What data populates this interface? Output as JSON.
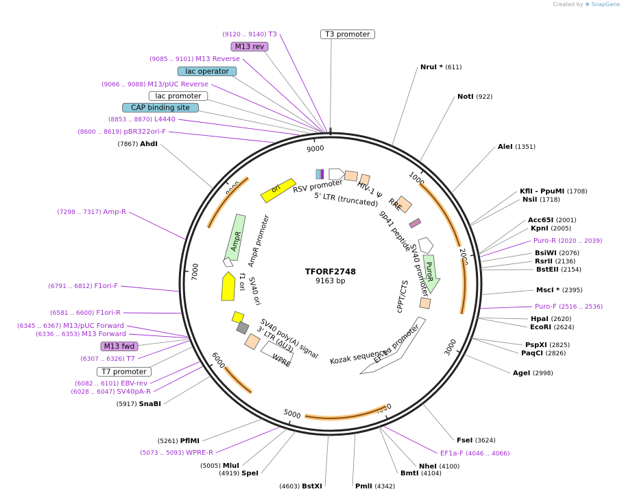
{
  "credit": {
    "prefix": "Created by",
    "brand": "SnapGene"
  },
  "plasmid": {
    "name": "TFORF2748",
    "length_label": "9163 bp",
    "length": 9163
  },
  "ticks": [
    {
      "pos": 1000,
      "label": "1000"
    },
    {
      "pos": 2000,
      "label": "2000"
    },
    {
      "pos": 3000,
      "label": "3000"
    },
    {
      "pos": 4000,
      "label": "4000"
    },
    {
      "pos": 5000,
      "label": "5000"
    },
    {
      "pos": 6000,
      "label": "6000"
    },
    {
      "pos": 7000,
      "label": "7000"
    },
    {
      "pos": 8000,
      "label": "8000"
    },
    {
      "pos": 9000,
      "label": "9000"
    }
  ],
  "enzymes": [
    {
      "name": "NruI *",
      "pos": "(611)",
      "side": "right"
    },
    {
      "name": "NotI",
      "pos": "(922)",
      "side": "right"
    },
    {
      "name": "AleI",
      "pos": "(1351)",
      "side": "right"
    },
    {
      "name": "KflI  - PpuMI",
      "pos": "(1708)",
      "side": "right"
    },
    {
      "name": "NsiI",
      "pos": "(1718)",
      "side": "right"
    },
    {
      "name": "Acc65I",
      "pos": "(2001)",
      "side": "right"
    },
    {
      "name": "KpnI",
      "pos": "(2005)",
      "side": "right"
    },
    {
      "name": "BsiWI",
      "pos": "(2076)",
      "side": "right"
    },
    {
      "name": "RsrII",
      "pos": "(2136)",
      "side": "right"
    },
    {
      "name": "BstEII",
      "pos": "(2154)",
      "side": "right"
    },
    {
      "name": "MscI *",
      "pos": "(2395)",
      "side": "right"
    },
    {
      "name": "HpaI",
      "pos": "(2620)",
      "side": "right"
    },
    {
      "name": "EcoRI",
      "pos": "(2624)",
      "side": "right"
    },
    {
      "name": "PspXI",
      "pos": "(2825)",
      "side": "right"
    },
    {
      "name": "PaqCI",
      "pos": "(2826)",
      "side": "right"
    },
    {
      "name": "AgeI",
      "pos": "(2998)",
      "side": "right"
    },
    {
      "name": "FseI",
      "pos": "(3624)",
      "side": "right"
    },
    {
      "name": "NheI",
      "pos": "(4100)",
      "side": "right"
    },
    {
      "name": "BmtI",
      "pos": "(4104)",
      "side": "right"
    },
    {
      "name": "PmlI",
      "pos": "(4342)",
      "side": "right"
    },
    {
      "name": "BstXI",
      "pos": "(4603)",
      "side": "left"
    },
    {
      "name": "SpeI",
      "pos": "(4919)",
      "side": "left"
    },
    {
      "name": "MluI",
      "pos": "(5005)",
      "side": "left"
    },
    {
      "name": "PflMI",
      "pos": "(5261)",
      "side": "left"
    },
    {
      "name": "SnaBI",
      "pos": "(5917)",
      "side": "left"
    },
    {
      "name": "AhdI",
      "pos": "(7867)",
      "side": "left"
    }
  ],
  "primers": [
    {
      "name": "T3",
      "range": "(9120 .. 9140)"
    },
    {
      "name": "M13 Reverse",
      "range": "(9085 .. 9101)"
    },
    {
      "name": "M13/pUC Reverse",
      "range": "(9066 .. 9088)"
    },
    {
      "name": "L4440",
      "range": "(8853 .. 8870)"
    },
    {
      "name": "pBR322ori-F",
      "range": "(8600 .. 8619)"
    },
    {
      "name": "Amp-R",
      "range": "(7298 .. 7317)"
    },
    {
      "name": "F1ori-F",
      "range": "(6791 .. 6812)"
    },
    {
      "name": "F1ori-R",
      "range": "(6581 .. 6600)"
    },
    {
      "name": "M13/pUC Forward",
      "range": "(6345 .. 6367)"
    },
    {
      "name": "M13 Forward",
      "range": "(6336 .. 6353)"
    },
    {
      "name": "T7",
      "range": "(6307 .. 6326)"
    },
    {
      "name": "EBV-rev",
      "range": "(6082 .. 6101)"
    },
    {
      "name": "SV40pA-R",
      "range": "(6028 .. 6047)"
    },
    {
      "name": "WPRE-R",
      "range": "(5073 .. 5093)"
    },
    {
      "name": "Puro-R",
      "range": "(2020 .. 2039)"
    },
    {
      "name": "Puro-F",
      "range": "(2516 .. 2536)"
    },
    {
      "name": "EF1a-F",
      "range": "(4046 .. 4066)"
    }
  ],
  "boxed_features": [
    {
      "name": "T3 promoter",
      "kind": "promoter"
    },
    {
      "name": "M13 rev",
      "kind": "primer_bind"
    },
    {
      "name": "lac operator",
      "kind": "operator"
    },
    {
      "name": "lac promoter",
      "kind": "promoter"
    },
    {
      "name": "CAP binding site",
      "kind": "binding"
    },
    {
      "name": "M13 fwd",
      "kind": "primer_bind"
    },
    {
      "name": "T7 promoter",
      "kind": "promoter"
    }
  ],
  "features": [
    {
      "name": "RSV promoter"
    },
    {
      "name": "5' LTR (truncated)"
    },
    {
      "name": "HIV-1 Ψ"
    },
    {
      "name": "RRE"
    },
    {
      "name": "gp41 peptide"
    },
    {
      "name": "SV40 promoter"
    },
    {
      "name": "PuroR"
    },
    {
      "name": "cPPT/CTS"
    },
    {
      "name": "EF-1α promoter"
    },
    {
      "name": "Kozak sequence"
    },
    {
      "name": "WPRE"
    },
    {
      "name": "3' LTR (ΔU3)"
    },
    {
      "name": "SV40 poly(A) signal"
    },
    {
      "name": "SV40 ori"
    },
    {
      "name": "f1 ori"
    },
    {
      "name": "AmpR"
    },
    {
      "name": "AmpR promoter"
    },
    {
      "name": "ori"
    }
  ],
  "colors": {
    "primer": "#a02bd0",
    "orf_arc": "#f6c67a",
    "orf_arrow": "#8a4b10",
    "ampr": "#ccf5c7",
    "ori": "#ffff00",
    "ltr": "#fdd9b5",
    "boxed_operator": "#8ecbdd",
    "boxed_primer": "#d79ce8"
  }
}
